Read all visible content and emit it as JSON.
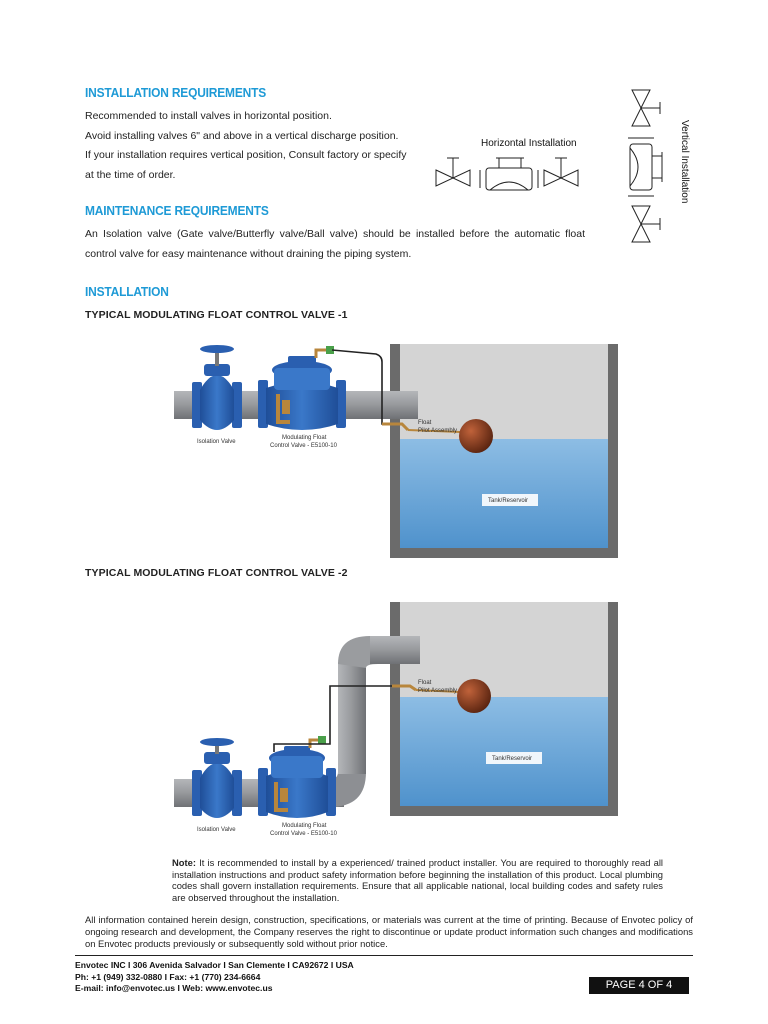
{
  "installation_requirements": {
    "heading": "INSTALLATION REQUIREMENTS",
    "lines": [
      "Recommended to install valves in horizontal position.",
      "Avoid installing valves 6\" and above in a vertical discharge position.",
      "If your installation requires vertical position, Consult factory or specify",
      "at the time of order."
    ]
  },
  "installation_diagrams": {
    "horizontal_label": "Horizontal Installation",
    "vertical_label": "Vertical Installation"
  },
  "maintenance_requirements": {
    "heading": "MAINTENANCE REQUIREMENTS",
    "text": "An Isolation valve (Gate valve/Butterfly valve/Ball valve) should be installed before the automatic float control valve for easy maintenance without draining the piping system."
  },
  "installation": {
    "heading": "INSTALLATION",
    "diagram1": {
      "title": "TYPICAL MODULATING FLOAT CONTROL VALVE  -1",
      "isolation_label": "Isolation Valve",
      "control_label_1": "Modulating Float",
      "control_label_2": "Control Valve - E5100-10",
      "float_label_1": "Float",
      "float_label_2": "Pilot Assembly",
      "tank_label": "Tank/Reservoir"
    },
    "diagram2": {
      "title": "TYPICAL MODULATING FLOAT CONTROL VALVE  -2",
      "isolation_label": "Isolation Valve",
      "control_label_1": "Modulating Float",
      "control_label_2": "Control Valve - E5100-10",
      "float_label_1": "Float",
      "float_label_2": "Pilot Assembly",
      "tank_label": "Tank/Reservoir"
    }
  },
  "note": {
    "label": "Note:",
    "text": " It is recommended to install by a experienced/ trained product installer. You are required to thoroughly read all installation instructions and product safety information before beginning the installation of this product. Local plumbing codes shall govern installation requirements. Ensure that all applicable national, local building codes and safety rules are observed throughout the installation."
  },
  "disclaimer": "All information contained herein design, construction, specifications, or materials was current at the time of printing. Because of  Envotec policy of ongoing research and development, the Company reserves the right to discontinue or update product information such changes and modifications on Envotec products previously or subsequently sold without prior notice.",
  "footer": {
    "address": "Envotec INC I 306 Avenida Salvador I San Clemente I CA92672 I USA",
    "phone": "Ph: +1 (949) 332-0880 I Fax: +1 (770) 234-6664",
    "email": "E-mail: info@envotec.us I Web: www.envotec.us",
    "page": "PAGE 4 OF 4"
  },
  "colors": {
    "heading": "#1e9ad6",
    "valve_blue": "#2a5fb0",
    "brass": "#b8863c",
    "water": "#6aa6d6",
    "tank_wall": "#6b6b6b",
    "pipe": "#8d8f93"
  }
}
